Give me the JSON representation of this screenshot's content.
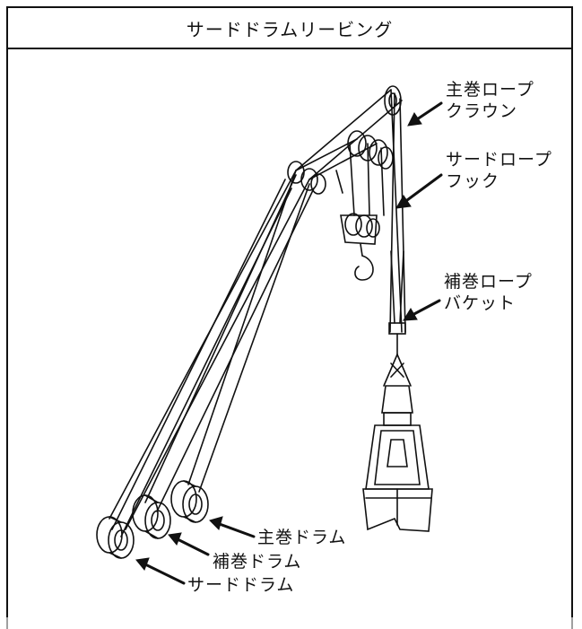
{
  "title": "サードドラムリービング",
  "labels": {
    "main_rope_line1": "主巻ロープ",
    "main_rope_line2": "クラウン",
    "third_rope_line1": "サードロープ",
    "third_rope_line2": "フック",
    "aux_rope_line1": "補巻ロープ",
    "aux_rope_line2": "バケット",
    "main_drum": "主巻ドラム",
    "aux_drum": "補巻ドラム",
    "third_drum": "サードドラム"
  },
  "icons": [
    "sheave-icon",
    "hook-icon",
    "grab-bucket-icon",
    "drum-icon",
    "arrow-icon"
  ]
}
